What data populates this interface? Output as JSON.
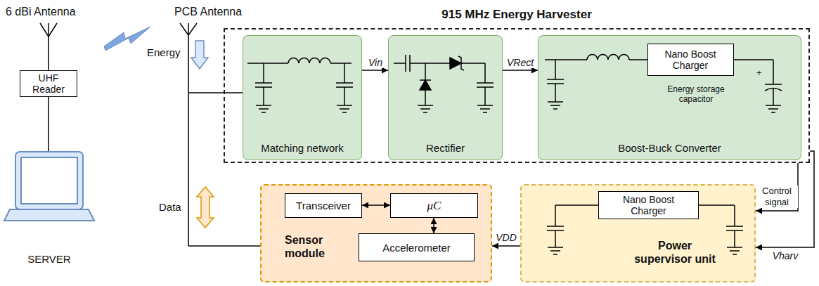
{
  "diagram": {
    "nodes": [
      {
        "text": [
          "UHF Reader"
        ]
      },
      {
        "text": [
          "SERVER"
        ]
      },
      {
        "text": [
          "915 MHz Energy Harvester"
        ]
      },
      {
        "text": [
          "Matching network"
        ],
        "in": 2
      },
      {
        "text": [
          "Rectifier"
        ],
        "in": 2
      },
      {
        "text": [
          "Boost-Buck Converter"
        ],
        "in": 2
      },
      {
        "text": [
          "Nano Boost Charger"
        ],
        "in": 5
      },
      {
        "text": [
          "Sensor module"
        ]
      },
      {
        "text": [
          "Transceiver"
        ],
        "in": 7
      },
      {
        "text": [
          "μC"
        ],
        "in": 7
      },
      {
        "text": [
          "Accelerometer"
        ],
        "in": 7
      },
      {
        "text": [
          "Power supervisor unit"
        ]
      },
      {
        "text": [
          "Nano Boost Charger"
        ],
        "in": 11
      }
    ],
    "edges": [
      {
        "from": 0,
        "to": 1,
        "arrow": "none"
      },
      {
        "from": 3,
        "to": 4,
        "label": "Vin",
        "arrow": "to"
      },
      {
        "from": 4,
        "to": 5,
        "label": "VRect",
        "arrow": "to"
      },
      {
        "from": 8,
        "to": 9,
        "arrow": "both"
      },
      {
        "from": 9,
        "to": 10,
        "arrow": "both"
      },
      {
        "from": 11,
        "to": 7,
        "label": "VDD",
        "arrow": "to"
      },
      {
        "from": 2,
        "to": 11,
        "label": "Control signal",
        "arrow": "to"
      },
      {
        "from": 2,
        "to": 11,
        "label": "Vharv",
        "arrow": "to"
      }
    ],
    "labels": [
      "6 dBi Antenna",
      "PCB Antenna",
      "Energy",
      "Data",
      "Energy storage capacitor",
      "+"
    ]
  }
}
